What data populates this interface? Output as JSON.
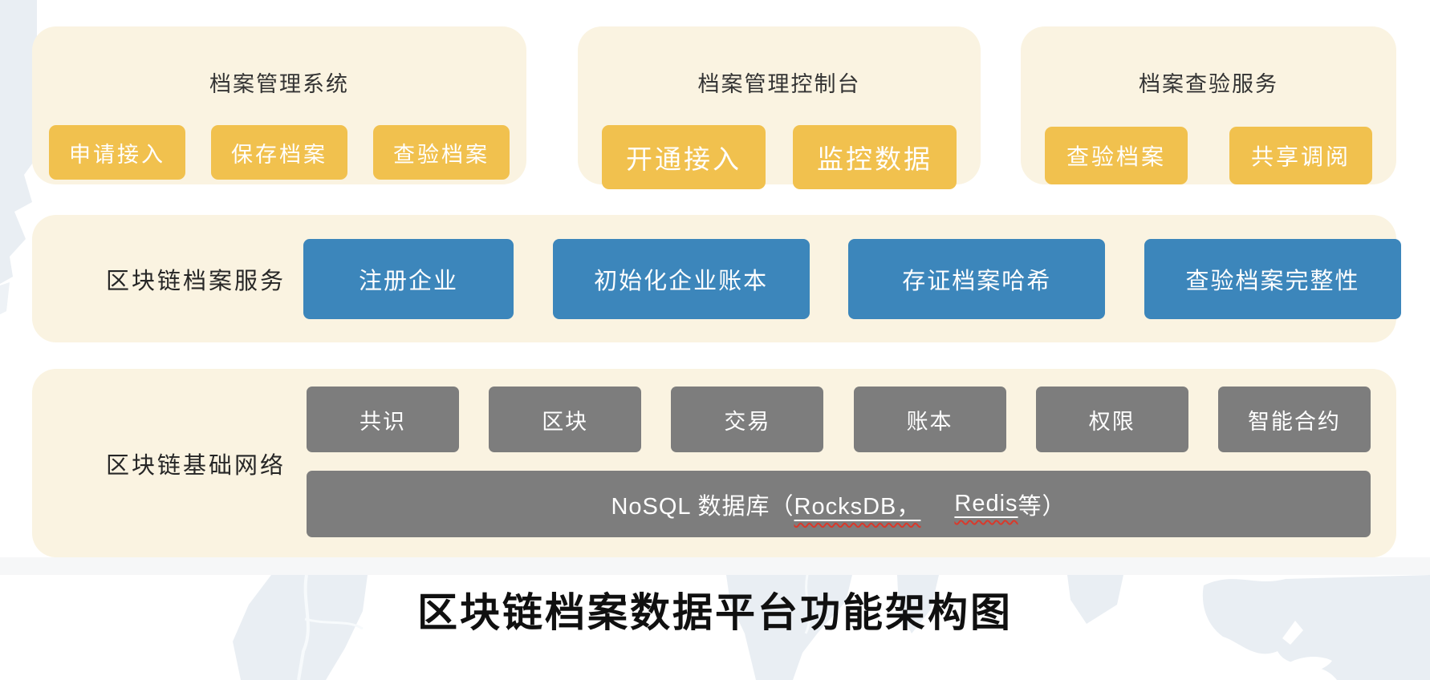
{
  "page_title": "区块链档案数据平台功能架构图",
  "top_panels": [
    {
      "title": "档案管理系统",
      "buttons": [
        "申请接入",
        "保存档案",
        "查验档案"
      ]
    },
    {
      "title": "档案管理控制台",
      "buttons": [
        "开通接入",
        "监控数据"
      ]
    },
    {
      "title": "档案查验服务",
      "buttons": [
        "查验档案",
        "共享调阅"
      ]
    }
  ],
  "service_layer": {
    "label": "区块链档案服务",
    "buttons": [
      "注册企业",
      "初始化企业账本",
      "存证档案哈希",
      "查验档案完整性"
    ]
  },
  "network_layer": {
    "label": "区块链基础网络",
    "modules": [
      "共识",
      "区块",
      "交易",
      "账本",
      "权限",
      "智能合约"
    ],
    "database": {
      "prefix": "NoSQL 数据库（",
      "name1": "RocksDB，",
      "name2": "Redis",
      "suffix": " 等）"
    }
  },
  "colors": {
    "panel_bg": "#faf3e1",
    "accent_yellow": "#f1c14e",
    "accent_blue": "#3c86bb",
    "module_gray": "#7d7d7d",
    "map_watermark_blue": "#e9eef3",
    "spellcheck_red": "#d9392b"
  }
}
